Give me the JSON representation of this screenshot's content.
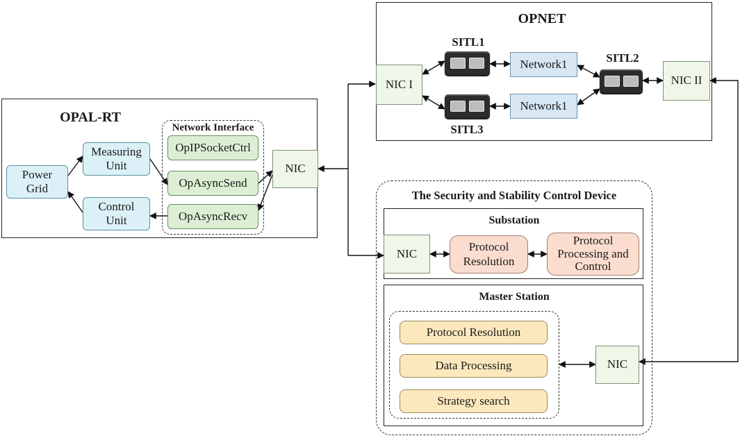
{
  "opal_rt": {
    "title": "OPAL-RT",
    "power_grid": "Power Grid",
    "measuring_unit": "Measuring Unit",
    "control_unit": "Control Unit",
    "network_interface": {
      "title": "Network Interface",
      "items": [
        "OpIPSocketCtrl",
        "OpAsyncSend",
        "OpAsyncRecv"
      ]
    },
    "nic": "NIC"
  },
  "opnet": {
    "title": "OPNET",
    "nic_1": "NIC I",
    "nic_2": "NIC II",
    "sitl1": "SITL1",
    "sitl2": "SITL2",
    "sitl3": "SITL3",
    "network_top": "Network1",
    "network_bottom": "Network1"
  },
  "device": {
    "title": "The Security and Stability Control Device",
    "substation": {
      "title": "Substation",
      "nic": "NIC",
      "protocol_resolution": "Protocol Resolution",
      "protocol_processing": "Protocol Processing and Control"
    },
    "master_station": {
      "title": "Master Station",
      "items": [
        "Protocol Resolution",
        "Data Processing",
        "Strategy search"
      ],
      "nic": "NIC"
    }
  },
  "colors": {
    "blue_fill": "#dcf1f7",
    "green_fill": "#dcefd4",
    "nic_fill": "#eff7e9",
    "network_fill": "#d7e8f4",
    "salmon_fill": "#fbddd0",
    "yellow_fill": "#fbe9bd"
  }
}
